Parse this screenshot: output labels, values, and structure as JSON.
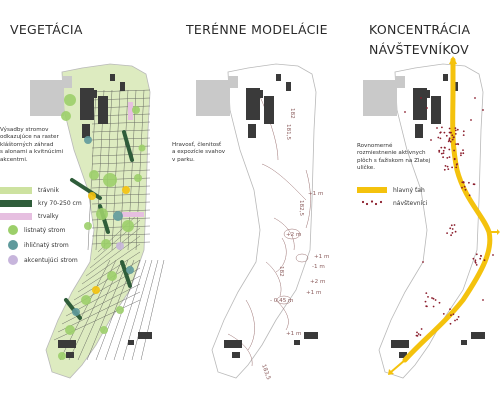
{
  "panels": {
    "vegetation": {
      "title": "VEGETÁCIA",
      "description": "Výsadby stromov\nodkazujúce na raster\nkláštorných záhrad\ns alonami a kvitnúcimi\nakcentmi.",
      "legend": [
        {
          "label": "trávnik",
          "color": "#cde2a0",
          "kind": "swatch"
        },
        {
          "label": "kry 70-250 cm",
          "color": "#2f5d3a",
          "kind": "swatch"
        },
        {
          "label": "trvalky",
          "color": "#e6bfe0",
          "kind": "swatch"
        },
        {
          "label": "listnatý strom",
          "color": "#9ccf6a",
          "kind": "dot"
        },
        {
          "label": "ihličnatý strom",
          "color": "#5f9a9c",
          "kind": "dot"
        },
        {
          "label": "akcentujúci strom",
          "color": "#c7b5dc",
          "kind": "dot"
        }
      ]
    },
    "terrain": {
      "title": "TERÉNNE MODELÁCIE",
      "description": "Hravosť, členitosť\na expozície svahov\nv parku.",
      "elevations": [
        "182",
        "181,5",
        "182,5",
        "+1 m",
        "+2 m",
        "+1 m",
        "-1 m",
        "+2 m",
        "+1 m",
        "- 0,45 m",
        "+1 m",
        "182",
        "183,5"
      ]
    },
    "visitors": {
      "title_line1": "KONCENTRÁCIA",
      "title_line2": "NÁVŠTEVNÍKOV",
      "description": "Rovnomerné\nrozmiestnenie aktívnych\nplôch s ťažiskom na Zlatej\nuličke.",
      "legend": [
        {
          "label": "hlavný ťah",
          "color": "#f4c20d"
        },
        {
          "label": "návštevníci",
          "color": "#8a1c2b"
        }
      ]
    }
  },
  "colors": {
    "accent_yellow": "#f4c20d",
    "visitor_dot": "#8a1c2b",
    "building": "#3a3a3a",
    "building_grey": "#c9c9c9",
    "outline": "#b9b9b9",
    "contour": "#9a7070"
  }
}
